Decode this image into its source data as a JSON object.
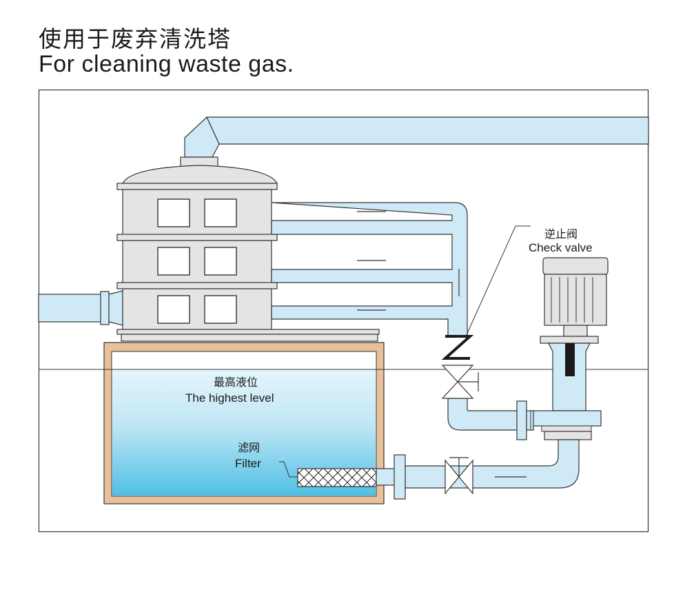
{
  "title": {
    "cn": "使用于废弃清洗塔",
    "en": "For cleaning waste gas."
  },
  "labels": {
    "check_valve_cn": "逆止阀",
    "check_valve_en": "Check valve",
    "highest_level_cn": "最高液位",
    "highest_level_en": "The highest level",
    "filter_cn": "滤网",
    "filter_en": "Filter"
  },
  "colors": {
    "pipe_fill": "#cfeaf6",
    "tower_fill": "#e4e4e4",
    "tank_border": "#e8c09a",
    "water_top": "#d9f0fa",
    "water_bottom": "#57c3e6"
  }
}
